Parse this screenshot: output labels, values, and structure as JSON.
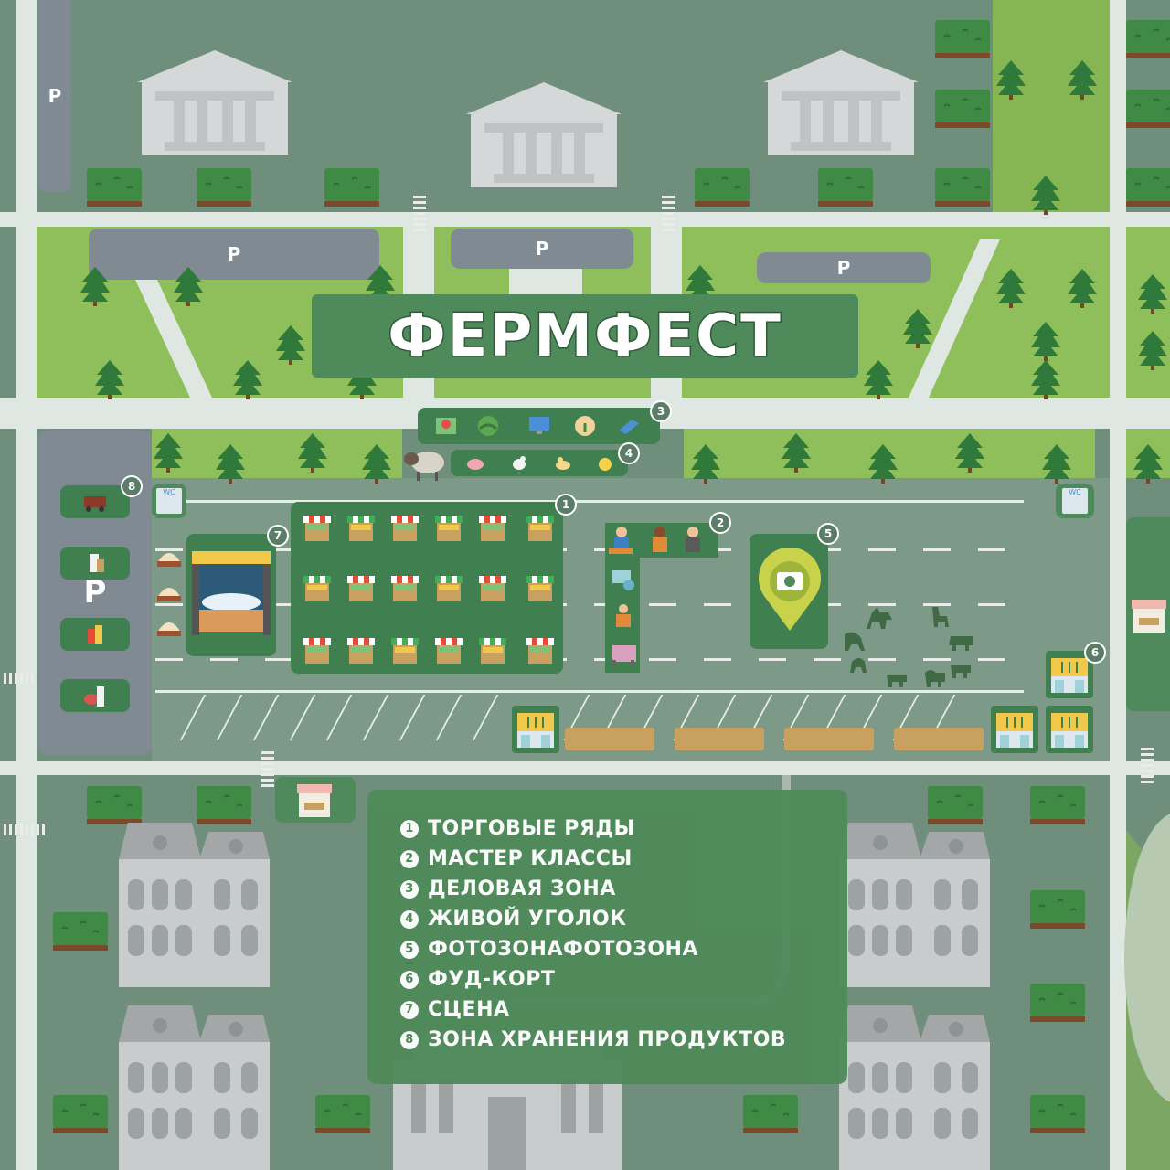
{
  "map": {
    "title": "ФЕРМФЕСТ",
    "parking_label": "P",
    "wc_label": "WC",
    "legend": [
      {
        "number": "1",
        "label": "ТОРГОВЫЕ РЯДЫ"
      },
      {
        "number": "2",
        "label": "МАСТЕР КЛАССЫ"
      },
      {
        "number": "3",
        "label": "ДЕЛОВАЯ ЗОНА"
      },
      {
        "number": "4",
        "label": "ЖИВОЙ УГОЛОК"
      },
      {
        "number": "5",
        "label": "ФОТОЗОНАФОТОЗОНА"
      },
      {
        "number": "6",
        "label": "ФУД-КОРТ"
      },
      {
        "number": "7",
        "label": "СЦЕНА"
      },
      {
        "number": "8",
        "label": "ЗОНА ХРАНЕНИЯ ПРОДУКТОВ"
      }
    ],
    "zone_markers": [
      "1",
      "2",
      "3",
      "4",
      "5",
      "6",
      "7",
      "8"
    ],
    "colors": {
      "background": "#6f8f7c",
      "road": "#dfe7e2",
      "grass": "#8fbf5a",
      "panel": "#3f7f50",
      "parking": "#7f8a93",
      "building": "#c9cccc",
      "accent_yellow": "#f2d64b"
    },
    "icons": {
      "zone1": "market-stall-icon",
      "zone2": "master-class-people-icon",
      "zone3": "business-icons",
      "zone4": "farm-animals-icon",
      "zone5": "camera-pin-icon",
      "zone6": "food-court-icon",
      "zone7": "stage-icon",
      "zone8": "storage-icons"
    }
  }
}
